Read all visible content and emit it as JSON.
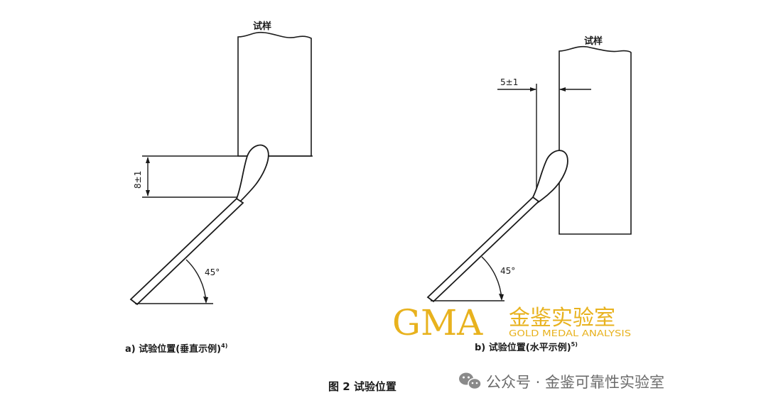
{
  "panel_a": {
    "sample_label": "试样",
    "dimension_label": "8±1",
    "angle_label": "45°",
    "caption": "a)  试验位置(垂直示例)",
    "caption_ref": "4)"
  },
  "panel_b": {
    "sample_label": "试样",
    "dimension_label": "5±1",
    "angle_label": "45°",
    "caption": "b)  试验位置(水平示例)",
    "caption_ref": "5)"
  },
  "figure_title": "图 2   试验位置",
  "watermark": {
    "logo_text": "GMA",
    "name_cn": "金鉴实验室",
    "name_en": "GOLD MEDAL ANALYSIS",
    "color": "#e8b21e"
  },
  "account": {
    "icon": "wechat-icon",
    "text": "公众号 · 金鉴可靠性实验室",
    "color": "#6b6b6b"
  }
}
